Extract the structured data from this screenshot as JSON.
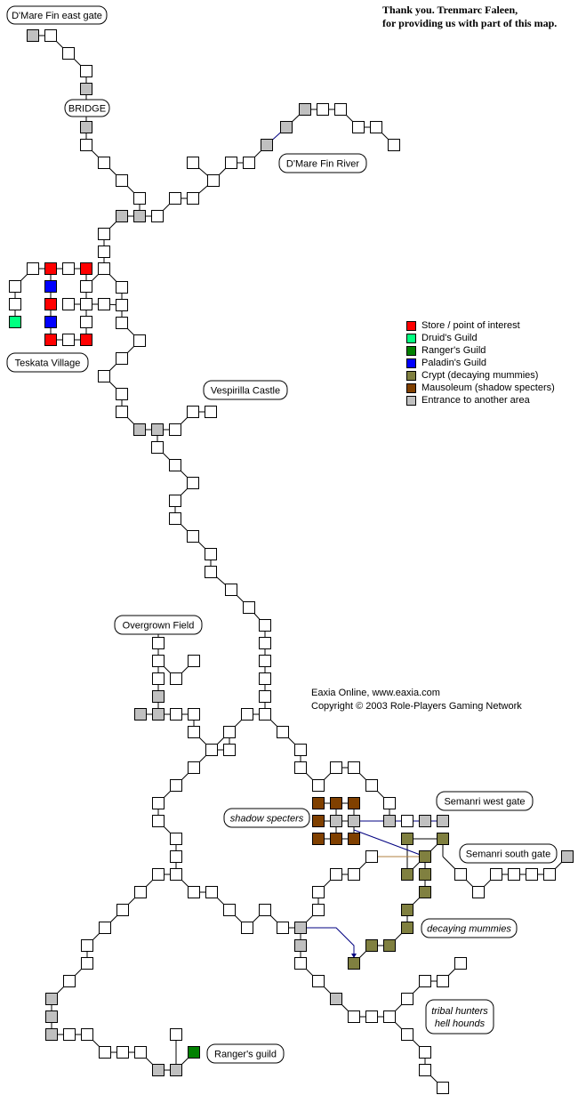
{
  "credits": {
    "line1": "Thank you. Trenmarc Faleen,",
    "line2": "for providing us with part of this map."
  },
  "copyright": {
    "line1": "Eaxia Online, www.eaxia.com",
    "line2": "Copyright © 2003 Role-Players Gaming Network"
  },
  "colors": {
    "room": "#ffffff",
    "store": "#ff0000",
    "druid": "#00ff80",
    "ranger": "#008000",
    "paladin": "#0000ff",
    "crypt": "#808040",
    "mausoleum": "#804000",
    "entrance": "#c0c0c0",
    "special_link": "#000080",
    "tan_link": "#b08040"
  },
  "legend": [
    {
      "label": "Store / point of interest",
      "color": "#ff0000"
    },
    {
      "label": "Druid's Guild",
      "color": "#00ff80"
    },
    {
      "label": "Ranger's Guild",
      "color": "#008000"
    },
    {
      "label": "Paladin's Guild",
      "color": "#0000ff"
    },
    {
      "label": "Crypt (decaying mummies)",
      "color": "#808040"
    },
    {
      "label": "Mausoleum (shadow specters)",
      "color": "#804000"
    },
    {
      "label": "Entrance to another area",
      "color": "#c0c0c0"
    }
  ],
  "labels": [
    {
      "id": "dmare-fin-east-gate",
      "text": "D'Mare Fin east gate",
      "italic": false
    },
    {
      "id": "bridge",
      "text": "BRIDGE",
      "italic": false
    },
    {
      "id": "dmare-fin-river",
      "text": "D'Mare Fin River",
      "italic": false
    },
    {
      "id": "teskata-village",
      "text": "Teskata Village",
      "italic": false
    },
    {
      "id": "vespirilla-castle",
      "text": "Vespirilla Castle",
      "italic": false
    },
    {
      "id": "overgrown-field",
      "text": "Overgrown Field",
      "italic": false
    },
    {
      "id": "semanri-west-gate",
      "text": "Semanri west gate",
      "italic": false
    },
    {
      "id": "shadow-specters",
      "text": "shadow specters",
      "italic": true
    },
    {
      "id": "semanri-south-gate",
      "text": "Semanri south gate",
      "italic": false
    },
    {
      "id": "decaying-mummies",
      "text": "decaying mummies",
      "italic": true
    },
    {
      "id": "tribal-hunters",
      "text": "tribal hunters\nhell hounds",
      "italic": true
    },
    {
      "id": "rangers-guild",
      "text": "Ranger's guild",
      "italic": false
    }
  ]
}
